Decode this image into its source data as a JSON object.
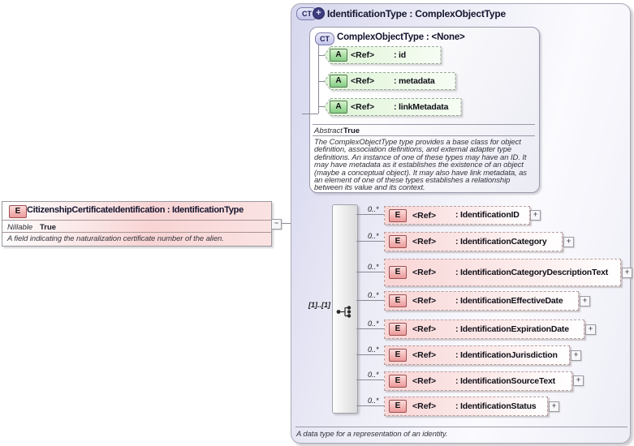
{
  "left_element": {
    "tag": "E",
    "title": "CitizenshipCertificateIdentification : IdentificationType",
    "nillable_label": "Nillable",
    "nillable_value": "True",
    "annotation": "A field indicating the naturalization certificate number of the alien.",
    "collapse_glyph": "−"
  },
  "type_box": {
    "tag": "CT",
    "title": "IdentificationType : ComplexObjectType",
    "footer_annotation": "A data type for a representation of an identity.",
    "base_type": {
      "tag": "CT",
      "title": "ComplexObjectType : <None>",
      "attributes": [
        {
          "tag": "A",
          "ref": "<Ref>",
          "name": ": id"
        },
        {
          "tag": "A",
          "ref": "<Ref>",
          "name": ": metadata"
        },
        {
          "tag": "A",
          "ref": "<Ref>",
          "name": ": linkMetadata"
        }
      ],
      "abstract_label": "Abstract",
      "abstract_value": "True",
      "annotation": "The ComplexObjectType type provides a base class for object definition, association definitions, and external adapter type definitions. An instance of one of these types may have an ID. It may have metadata as it establishes the existence of an object (maybe a conceptual object). It may also have link metadata, as an element of one of these types establishes a relationship between its value and its context."
    },
    "sequence": {
      "cardinality": "[1]..[1]",
      "elements": [
        {
          "tag": "E",
          "occurs": "0..*",
          "ref": "<Ref>",
          "name": ": IdentificationID",
          "expand_glyph": "+"
        },
        {
          "tag": "E",
          "occurs": "0..*",
          "ref": "<Ref>",
          "name": ": IdentificationCategory",
          "expand_glyph": "+"
        },
        {
          "tag": "E",
          "occurs": "0..*",
          "ref": "<Ref>",
          "name": ": IdentificationCategoryDescriptionText",
          "expand_glyph": "+"
        },
        {
          "tag": "E",
          "occurs": "0..*",
          "ref": "<Ref>",
          "name": ": IdentificationEffectiveDate",
          "expand_glyph": "+"
        },
        {
          "tag": "E",
          "occurs": "0..*",
          "ref": "<Ref>",
          "name": ": IdentificationExpirationDate",
          "expand_glyph": "+"
        },
        {
          "tag": "E",
          "occurs": "0..*",
          "ref": "<Ref>",
          "name": ": IdentificationJurisdiction",
          "expand_glyph": "+"
        },
        {
          "tag": "E",
          "occurs": "0..*",
          "ref": "<Ref>",
          "name": ": IdentificationSourceText",
          "expand_glyph": "+"
        },
        {
          "tag": "E",
          "occurs": "0..*",
          "ref": "<Ref>",
          "name": ": IdentificationStatus",
          "expand_glyph": "+"
        }
      ]
    }
  }
}
